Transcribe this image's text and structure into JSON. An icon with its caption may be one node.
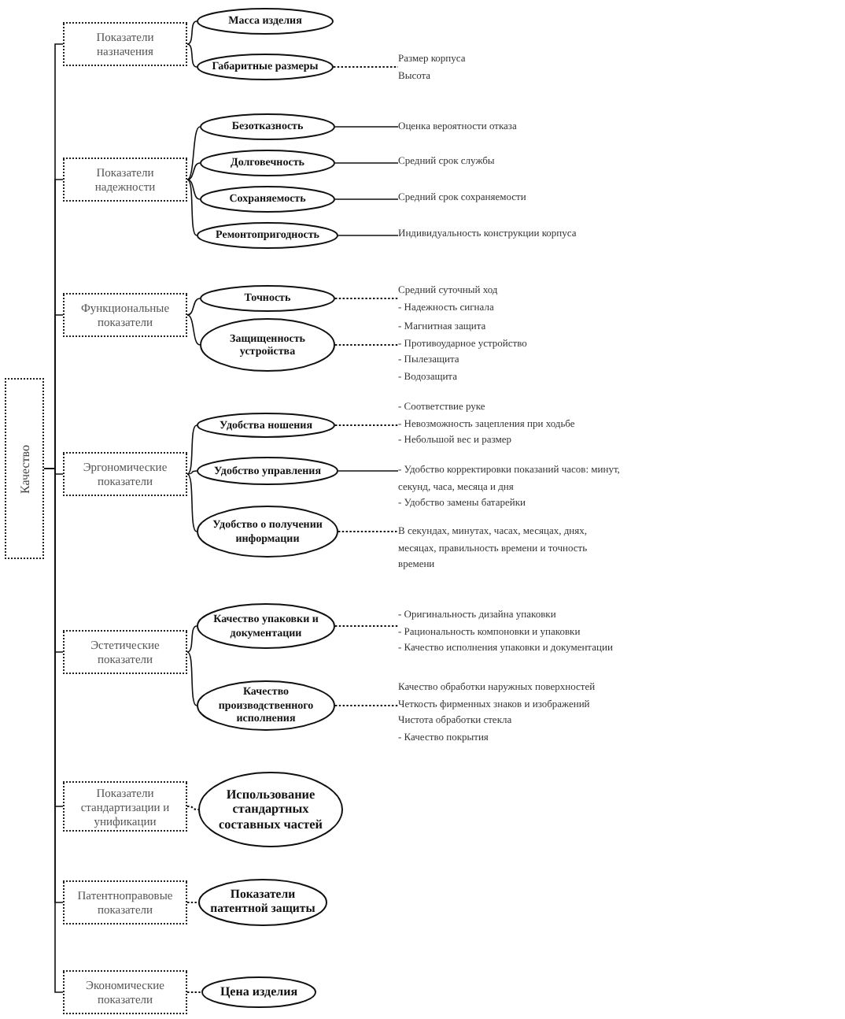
{
  "diagram": {
    "nodes": [
      {
        "text": [
          "Качество"
        ]
      },
      {
        "text": [
          "Показатели назначения"
        ]
      },
      {
        "text": [
          "Масса изделия"
        ]
      },
      {
        "text": [
          "Габаритные размеры"
        ]
      },
      {
        "text": [
          "Размер корпуса",
          "Высота"
        ]
      },
      {
        "text": [
          "Показатели надежности"
        ]
      },
      {
        "text": [
          "Безотказность"
        ]
      },
      {
        "text": [
          "Оценка вероятности отказа"
        ]
      },
      {
        "text": [
          "Долговечность"
        ]
      },
      {
        "text": [
          "Средний срок службы"
        ]
      },
      {
        "text": [
          "Сохраняемость"
        ]
      },
      {
        "text": [
          "Средний срок сохраняемости"
        ]
      },
      {
        "text": [
          "Ремонтопригодность"
        ]
      },
      {
        "text": [
          "Индивидуальность конструкции корпуса"
        ]
      },
      {
        "text": [
          "Функциональные показатели"
        ]
      },
      {
        "text": [
          "Точность"
        ]
      },
      {
        "text": [
          "Средний суточный ход",
          "- Надежность сигнала"
        ]
      },
      {
        "text": [
          "Защищенность устройства"
        ]
      },
      {
        "text": [
          "- Магнитная защита",
          "- Противоударное устройство",
          "- Пылезащита",
          "- Водозащита"
        ]
      },
      {
        "text": [
          "Эргономические показатели"
        ]
      },
      {
        "text": [
          "Удобства ношения"
        ]
      },
      {
        "text": [
          "- Соответствие руке",
          "- Невозможность зацепления при ходьбе",
          "- Небольшой вес и размер"
        ]
      },
      {
        "text": [
          "Удобство управления"
        ]
      },
      {
        "text": [
          "- Удобство корректировки показаний часов: минут, секунд, часа, месяца и дня",
          "- Удобство замены батарейки"
        ]
      },
      {
        "text": [
          "Удобство о получении информации"
        ]
      },
      {
        "text": [
          "В секундах, минутах, часах, месяцах, днях, месяцах, правильность времени и точность времени"
        ]
      },
      {
        "text": [
          "Эстетические показатели"
        ]
      },
      {
        "text": [
          "Качество упаковки и документации"
        ]
      },
      {
        "text": [
          "- Оригинальность дизайна упаковки",
          "- Рациональность компоновки и упаковки",
          "- Качество исполнения упаковки и документации"
        ]
      },
      {
        "text": [
          "Качество производственного исполнения"
        ]
      },
      {
        "text": [
          "Качество обработки наружных поверхностей",
          "Четкость фирменных знаков и изображений",
          "Чистота обработки стекла",
          "- Качество покрытия"
        ]
      },
      {
        "text": [
          "Показатели стандартизации и унификации"
        ]
      },
      {
        "text": [
          "Использование стандартных составных частей"
        ]
      },
      {
        "text": [
          "Патентноправовые показатели"
        ]
      },
      {
        "text": [
          "Показатели патентной защиты"
        ]
      },
      {
        "text": [
          "Экономические показатели"
        ]
      },
      {
        "text": [
          "Цена изделия"
        ]
      }
    ],
    "edges": [
      {
        "from": 0,
        "to": 1,
        "arrow": "none"
      },
      {
        "from": 0,
        "to": 5,
        "arrow": "none"
      },
      {
        "from": 0,
        "to": 14,
        "arrow": "none"
      },
      {
        "from": 0,
        "to": 19,
        "arrow": "none"
      },
      {
        "from": 0,
        "to": 26,
        "arrow": "none"
      },
      {
        "from": 0,
        "to": 31,
        "arrow": "none"
      },
      {
        "from": 0,
        "to": 33,
        "arrow": "none"
      },
      {
        "from": 0,
        "to": 35,
        "arrow": "none"
      },
      {
        "from": 1,
        "to": 2,
        "arrow": "none"
      },
      {
        "from": 1,
        "to": 3,
        "arrow": "none"
      },
      {
        "from": 3,
        "to": 4,
        "arrow": "none",
        "style": "dashed"
      },
      {
        "from": 5,
        "to": 6,
        "arrow": "none"
      },
      {
        "from": 6,
        "to": 7,
        "arrow": "none"
      },
      {
        "from": 5,
        "to": 8,
        "arrow": "none"
      },
      {
        "from": 8,
        "to": 9,
        "arrow": "none"
      },
      {
        "from": 5,
        "to": 10,
        "arrow": "none"
      },
      {
        "from": 10,
        "to": 11,
        "arrow": "none"
      },
      {
        "from": 5,
        "to": 12,
        "arrow": "none"
      },
      {
        "from": 12,
        "to": 13,
        "arrow": "none"
      },
      {
        "from": 14,
        "to": 15,
        "arrow": "none"
      },
      {
        "from": 15,
        "to": 16,
        "arrow": "none",
        "style": "dashed"
      },
      {
        "from": 14,
        "to": 17,
        "arrow": "none"
      },
      {
        "from": 17,
        "to": 18,
        "arrow": "none",
        "style": "dashed"
      },
      {
        "from": 19,
        "to": 20,
        "arrow": "none"
      },
      {
        "from": 20,
        "to": 21,
        "arrow": "none",
        "style": "dashed"
      },
      {
        "from": 19,
        "to": 22,
        "arrow": "none"
      },
      {
        "from": 22,
        "to": 23,
        "arrow": "none"
      },
      {
        "from": 19,
        "to": 24,
        "arrow": "none"
      },
      {
        "from": 24,
        "to": 25,
        "arrow": "none",
        "style": "dashed"
      },
      {
        "from": 26,
        "to": 27,
        "arrow": "none"
      },
      {
        "from": 27,
        "to": 28,
        "arrow": "none",
        "style": "dashed"
      },
      {
        "from": 26,
        "to": 29,
        "arrow": "none"
      },
      {
        "from": 29,
        "to": 30,
        "arrow": "none",
        "style": "dashed"
      },
      {
        "from": 31,
        "to": 32,
        "arrow": "none",
        "style": "dashed"
      },
      {
        "from": 33,
        "to": 34,
        "arrow": "none",
        "style": "dashed"
      },
      {
        "from": 35,
        "to": 36,
        "arrow": "none",
        "style": "dashed"
      }
    ]
  }
}
